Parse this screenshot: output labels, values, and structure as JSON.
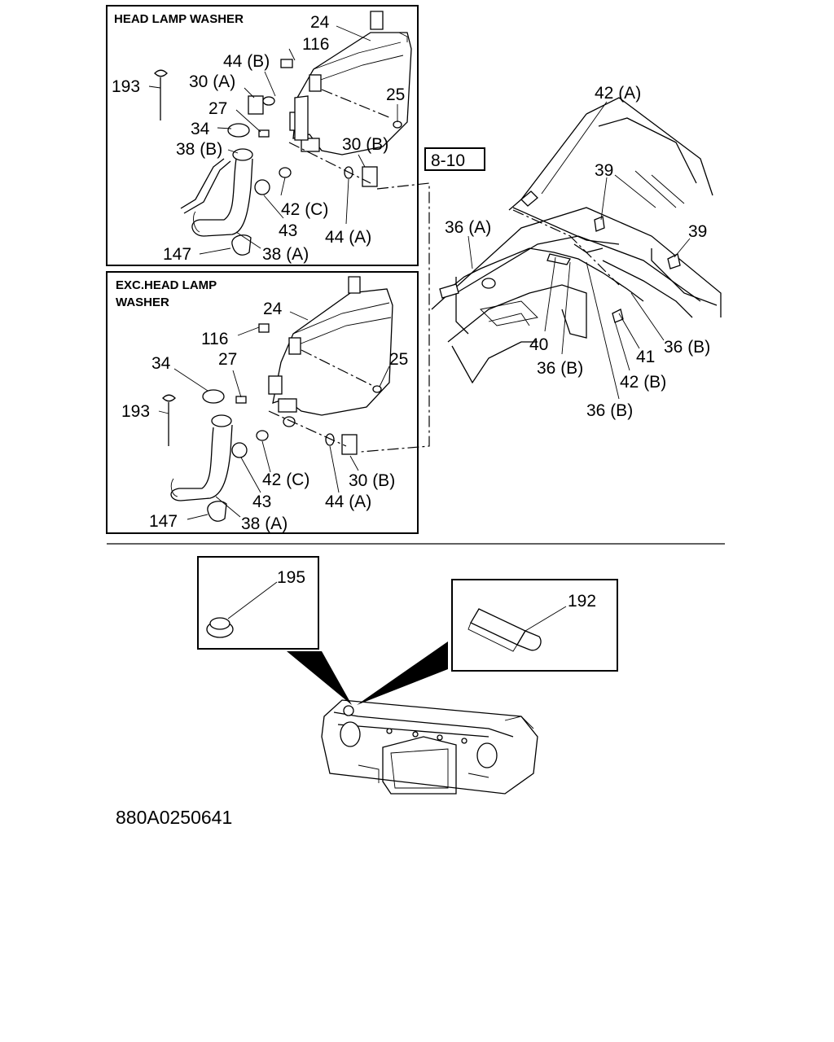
{
  "panels": {
    "head_lamp_washer": "HEAD LAMP WASHER",
    "exc_head_lamp_line1": "EXC.HEAD LAMP",
    "exc_head_lamp_line2": "WASHER"
  },
  "labels_top": {
    "p24": "24",
    "p116": "116",
    "p44b": "44 (B)",
    "p30a": "30 (A)",
    "p193": "193",
    "p25": "25",
    "p27": "27",
    "p34": "34",
    "p38b": "38 (B)",
    "p30b": "30 (B)",
    "p42c": "42 (C)",
    "p43": "43",
    "p44a": "44 (A)",
    "p147": "147",
    "p38a": "38 (A)"
  },
  "labels_mid": {
    "p24": "24",
    "p116": "116",
    "p27": "27",
    "p25": "25",
    "p34": "34",
    "p193": "193",
    "p42c": "42 (C)",
    "p30b": "30 (B)",
    "p43": "43",
    "p44a": "44 (A)",
    "p147": "147",
    "p38a": "38 (A)"
  },
  "labels_engine": {
    "ref": "8-10",
    "p42a": "42 (A)",
    "p39a": "39",
    "p39b": "39",
    "p36a": "36 (A)",
    "p40": "40",
    "p36b1": "36 (B)",
    "p41": "41",
    "p36b2": "36 (B)",
    "p42b": "42 (B)",
    "p36b3": "36 (B)"
  },
  "labels_bottom": {
    "p195": "195",
    "p192": "192"
  },
  "diagram_code": "880A0250641"
}
